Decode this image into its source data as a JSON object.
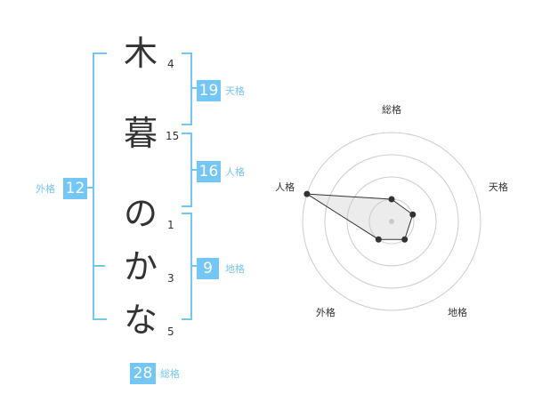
{
  "name": {
    "characters": [
      {
        "char": "木",
        "strokes": "4"
      },
      {
        "char": "暮",
        "strokes": "15"
      },
      {
        "char": "の",
        "strokes": "1"
      },
      {
        "char": "か",
        "strokes": "3"
      },
      {
        "char": "な",
        "strokes": "5"
      }
    ]
  },
  "kakusu": {
    "tenkaku": {
      "value": "19",
      "label": "天格"
    },
    "jinkaku": {
      "value": "16",
      "label": "人格"
    },
    "chikaku": {
      "value": "9",
      "label": "地格"
    },
    "gaikaku": {
      "value": "12",
      "label": "外格"
    },
    "soukaku": {
      "value": "28",
      "label": "総格"
    }
  },
  "chart_data": {
    "type": "radar",
    "axes": [
      "総格",
      "天格",
      "地格",
      "外格",
      "人格"
    ],
    "values": [
      1,
      1,
      1,
      1,
      4
    ],
    "rmax": 4,
    "rings": 4
  },
  "colors": {
    "accent": "#74c6f4",
    "text": "#333333",
    "grid": "#cccccc"
  }
}
